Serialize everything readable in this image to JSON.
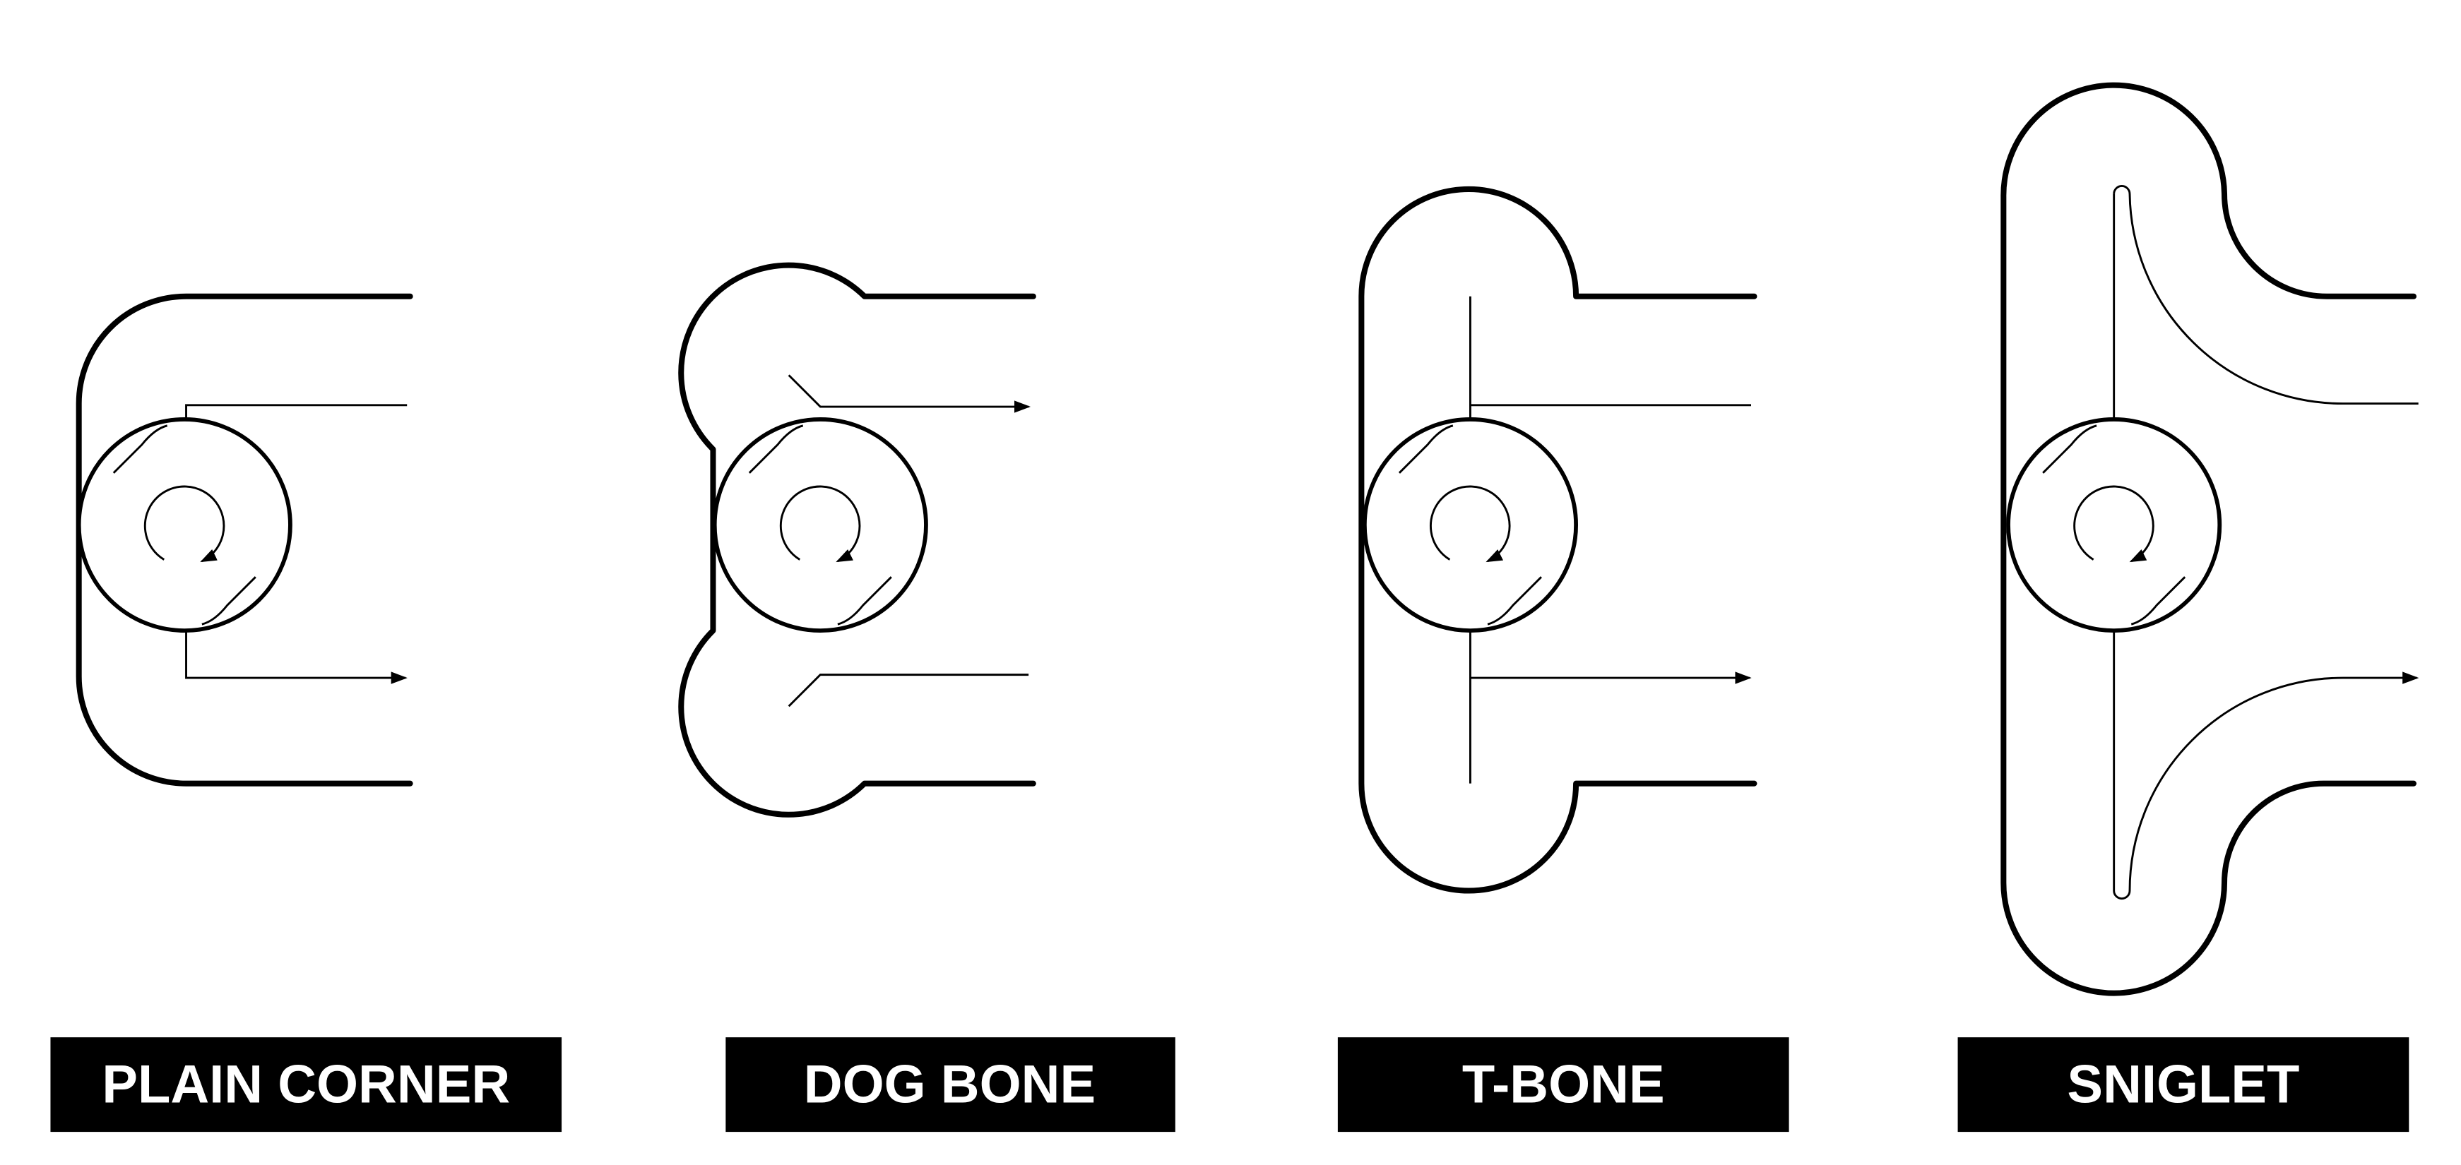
{
  "diagrams": [
    {
      "label": "PLAIN CORNER"
    },
    {
      "label": "DOG BONE"
    },
    {
      "label": "T-BONE"
    },
    {
      "label": "SNIGLET"
    }
  ],
  "colors": {
    "stroke": "#000000",
    "label_bg": "#000000",
    "label_text": "#ffffff"
  }
}
